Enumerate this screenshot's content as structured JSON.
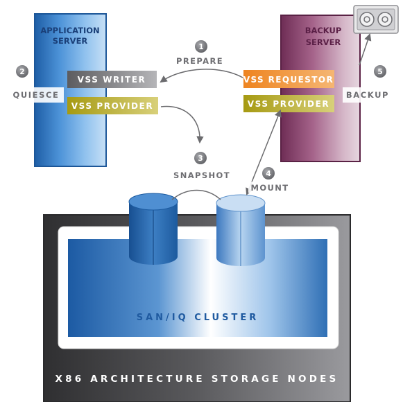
{
  "servers": {
    "application": {
      "title_line1": "APPLICATION",
      "title_line2": "SERVER"
    },
    "backup": {
      "title_line1": "BACKUP",
      "title_line2": "SERVER"
    }
  },
  "components": {
    "vss_writer": "VSS WRITER",
    "app_vss_provider": "VSS PROVIDER",
    "vss_requestor": "VSS REQUESTOR",
    "backup_vss_provider": "VSS PROVIDER"
  },
  "steps": [
    {
      "number": "1",
      "label": "PREPARE"
    },
    {
      "number": "2",
      "label": "QUIESCE"
    },
    {
      "number": "3",
      "label": "SNAPSHOT"
    },
    {
      "number": "4",
      "label": "MOUNT"
    },
    {
      "number": "5",
      "label": "BACKUP"
    }
  ],
  "storage": {
    "cluster_label": "SAN/IQ CLUSTER",
    "nodes_label": "X86 ARCHITECTURE STORAGE NODES"
  },
  "icons": [
    "tape-drive-icon",
    "volume-icon",
    "snapshot-volume-icon",
    "step-badge-icon"
  ],
  "colors": {
    "app_server": "#2d6fb5",
    "backup_server": "#7d3a5f",
    "vss_writer": "#6e6e70",
    "vss_provider": "#b3a71a",
    "vss_requestor": "#ee8a2b",
    "storage_frame": "#3d3d3d",
    "cluster": "#2f6fb5",
    "step_badge": "#7b7c80"
  }
}
